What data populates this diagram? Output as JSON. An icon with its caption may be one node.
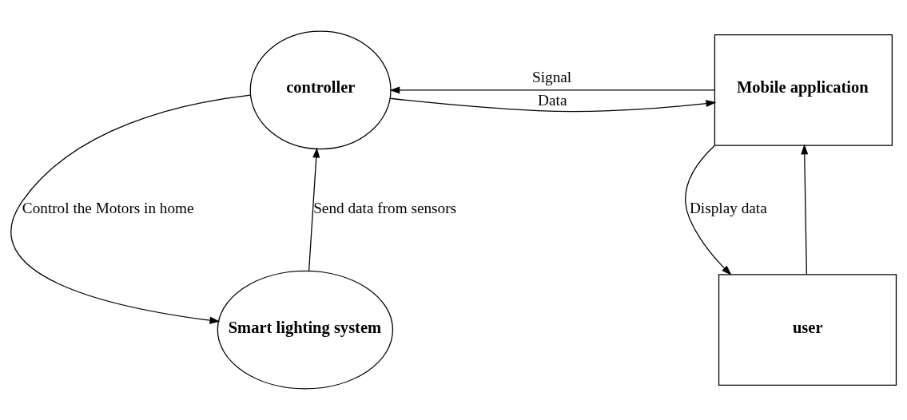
{
  "diagram": {
    "nodes": [
      {
        "text": [
          "controller"
        ]
      },
      {
        "text": [
          "Mobile application"
        ]
      },
      {
        "text": [
          "Smart lighting system"
        ]
      },
      {
        "text": [
          "user"
        ]
      }
    ],
    "edges": [
      {
        "from": 1,
        "to": 0,
        "arrow": "to",
        "label": "Signal"
      },
      {
        "from": 0,
        "to": 1,
        "arrow": "to",
        "label": "Data"
      },
      {
        "from": 0,
        "to": 2,
        "arrow": "to",
        "label": "Control the Motors in home"
      },
      {
        "from": 2,
        "to": 0,
        "arrow": "to",
        "label": "Send data from sensors"
      },
      {
        "from": 1,
        "to": 3,
        "arrow": "to",
        "label": "Display data"
      },
      {
        "from": 3,
        "to": 1,
        "arrow": "to"
      }
    ]
  }
}
